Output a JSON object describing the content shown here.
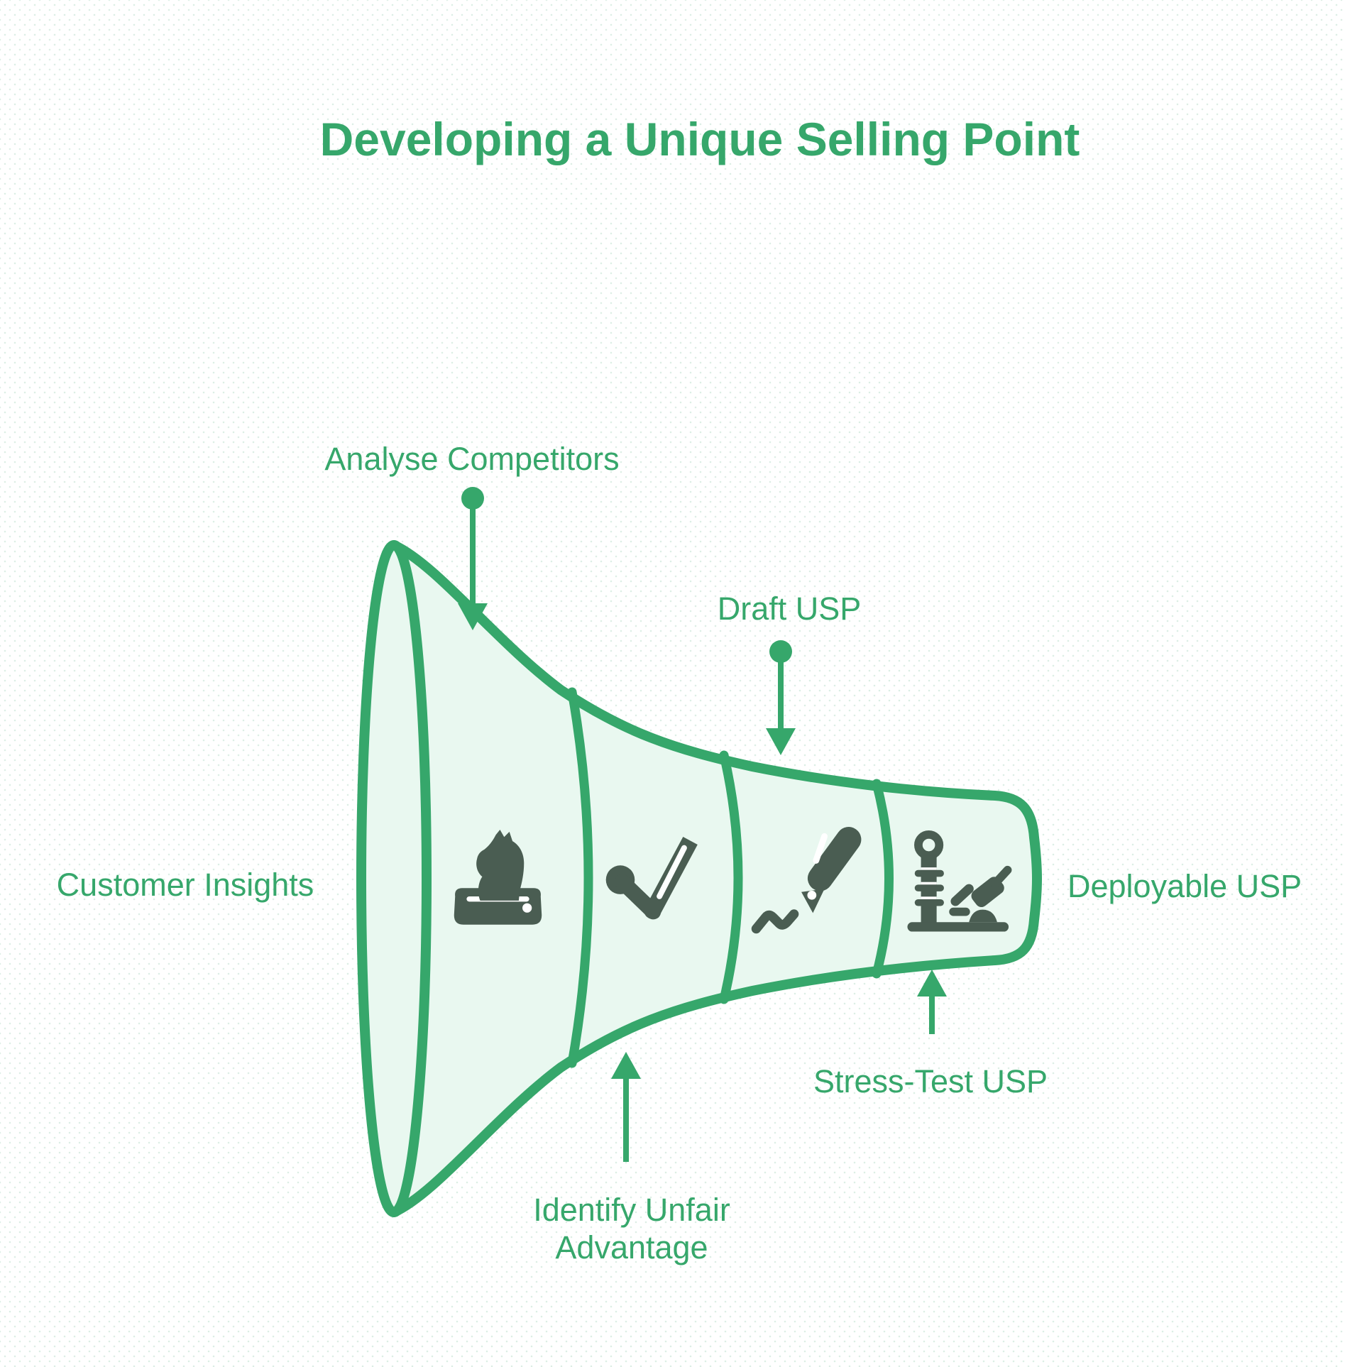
{
  "title": "Developing a Unique Selling Point",
  "funnel": {
    "input_label": "Customer Insights",
    "output_label": "Deployable USP",
    "stages": [
      {
        "label": "Analyse Competitors",
        "icon": "chess-knight-icon",
        "callout": "top"
      },
      {
        "label": "Identify Unfair Advantage",
        "icon": "verified-check-icon",
        "callout": "bottom"
      },
      {
        "label": "Draft USP",
        "icon": "pen-writing-icon",
        "callout": "top"
      },
      {
        "label": "Stress-Test USP",
        "icon": "strength-test-icon",
        "callout": "bottom"
      }
    ]
  },
  "colors": {
    "accent": "#36a76b",
    "funnel_fill": "#e9f8f0",
    "icon": "#4a5d52",
    "dot": "#dcefe5",
    "background": "#ffffff"
  }
}
